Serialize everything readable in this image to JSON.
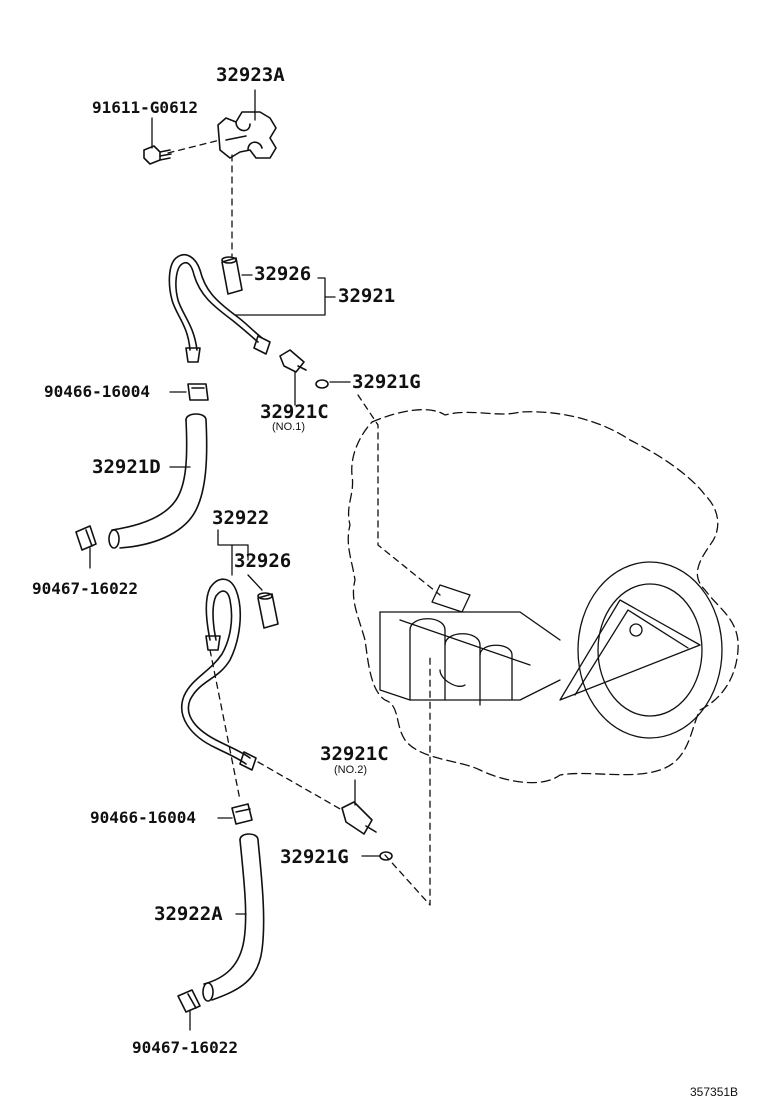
{
  "part_labels": {
    "bracket": "32923A",
    "bolt": "91611-G0612",
    "grommet_upper": "32926",
    "cooler_tube_upper": "32921",
    "gasket_upper": "32921G",
    "union_no1": "32921C",
    "union_no1_note": "(NO.1)",
    "clip_a_upper": "90466-16004",
    "hose_upper": "32921D",
    "clip_b_upper": "90467-16022",
    "cooler_tube_lower": "32922",
    "grommet_lower": "32926",
    "union_no2": "32921C",
    "union_no2_note": "(NO.2)",
    "clip_a_lower": "90466-16004",
    "gasket_lower": "32921G",
    "hose_lower": "32922A",
    "clip_b_lower": "90467-16022"
  },
  "figure_ref": "357351B",
  "colors": {
    "line": "#111111",
    "background": "#ffffff"
  }
}
